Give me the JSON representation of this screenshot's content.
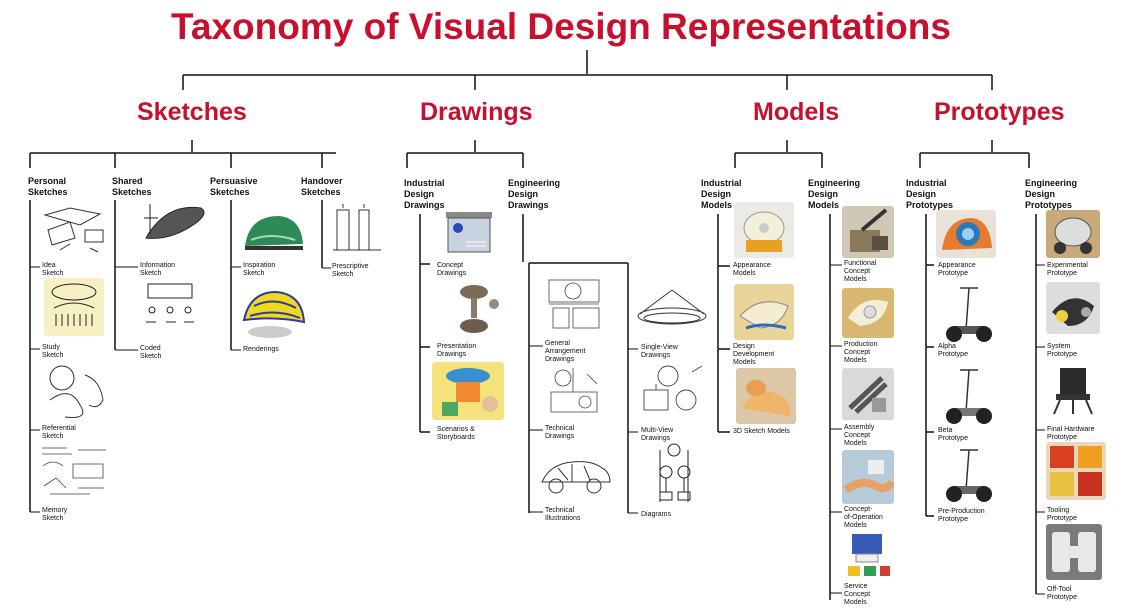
{
  "title": "Taxonomy of Visual Design Representations",
  "categories": {
    "sketches": "Sketches",
    "drawings": "Drawings",
    "models": "Models",
    "prototypes": "Prototypes"
  },
  "subcategories": {
    "personal_sketches": "Personal\nSketches",
    "shared_sketches": "Shared\nSketches",
    "persuasive_sketches": "Persuasive\nSketches",
    "handover_sketches": "Handover\nSketches",
    "industrial_design_drawings": "Industrial\nDesign\nDrawings",
    "engineering_design_drawings": "Engineering\nDesign\nDrawings",
    "industrial_design_models": "Industrial\nDesign\nModels",
    "engineering_design_models": "Engineering\nDesign\nModels",
    "industrial_design_prototypes": "Industrial\nDesign\nPrototypes",
    "engineering_design_prototypes": "Engineering\nDesign\nPrototypes"
  },
  "items": {
    "idea_sketch": "Idea\nSketch",
    "study_sketch": "Study\nSketch",
    "referential_sketch": "Referential\nSketch",
    "memory_sketch": "Memory\nSketch",
    "information_sketch": "Information\nSketch",
    "coded_sketch": "Coded\nSketch",
    "inspiration_sketch": "Inspiration\nSketch",
    "renderings": "Renderings",
    "prescriptive_sketch": "Prescriptive\nSketch",
    "concept_drawings": "Concept\nDrawings",
    "presentation_drawings": "Presentation\nDrawings",
    "scenarios_storyboards": "Scenarios &\nStoryboards",
    "general_arrangement_drawings": "General\nArrangement\nDrawings",
    "technical_drawings": "Technical\nDrawings",
    "technical_illustrations": "Technical\nIllustrations",
    "single_view_drawings": "Single-View\nDrawings",
    "multi_view_drawings": "Multi-View\nDrawings",
    "diagrams": "Diagrams",
    "appearance_models": "Appearance\nModels",
    "design_development_models": "Design\nDevelopment\nModels",
    "sketch_models_3d": "3D Sketch Models",
    "functional_concept_models": "Functional\nConcept\nModels",
    "production_concept_models": "Production\nConcept\nModels",
    "assembly_concept_models": "Assembly\nConcept\nModels",
    "concept_of_operation_models": "Concept-\nof-Operation\nModels",
    "service_concept_models": "Service\nConcept\nModels",
    "appearance_prototype": "Appearance\nPrototype",
    "alpha_prototype": "Alpha\nPrototype",
    "beta_prototype": "Beta\nPrototype",
    "pre_production_prototype": "Pre-Production\nPrototype",
    "experimental_prototype": "Experimental\nPrototype",
    "system_prototype": "System\nPrototype",
    "final_hardware_prototype": "Final Hardware\nPrototype",
    "tooling_prototype": "Tooling\nPrototype",
    "off_tool_prototype": "Off-Tool\nPrototype"
  },
  "colors": {
    "title": "#c8102e",
    "category": "#c8102e",
    "lines": "#111111"
  }
}
